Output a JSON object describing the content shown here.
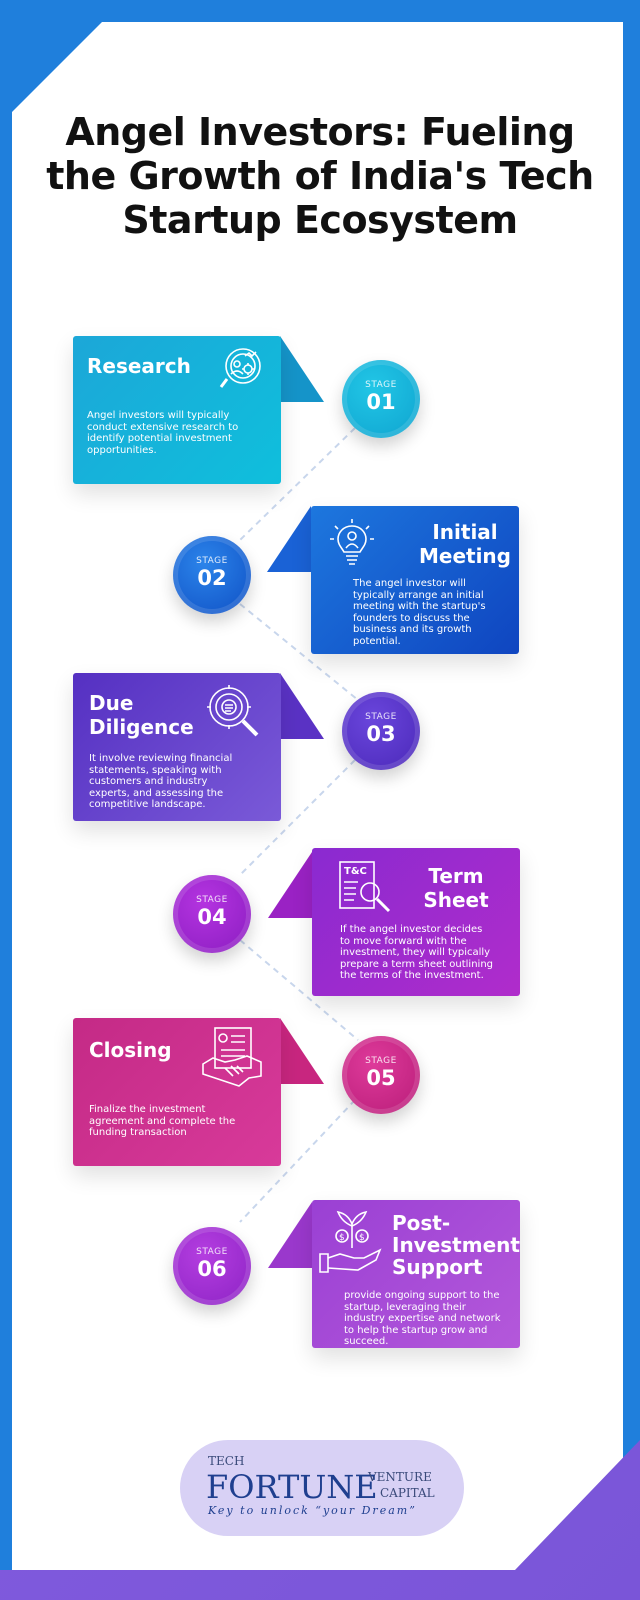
{
  "title": "Angel Investors: Fueling the Growth of India's Tech Startup Ecosystem",
  "colors": {
    "background": "#1f7fdc",
    "accent": "#7b5bdc"
  },
  "stages": [
    {
      "label": "STAGE",
      "number": "01",
      "title": "Research",
      "text": "Angel investors will typically conduct extensive research to identify potential investment opportunities.",
      "icon": "research-analytics-icon",
      "color": "#1aa0d8"
    },
    {
      "label": "STAGE",
      "number": "02",
      "title": "Initial Meeting",
      "text": "The angel investor will typically arrange an initial meeting with the startup's founders to discuss the business and its growth potential.",
      "icon": "idea-person-bulb-icon",
      "color": "#1656c9"
    },
    {
      "label": "STAGE",
      "number": "03",
      "title": "Due Diligence",
      "text": "It involve reviewing financial statements, speaking with customers and industry experts, and assessing the competitive landscape.",
      "icon": "gear-magnifier-icon",
      "color": "#5a3dc6"
    },
    {
      "label": "STAGE",
      "number": "04",
      "title": "Term Sheet",
      "text": "If the angel investor decides to move forward with the investment, they will typically prepare a term sheet outlining the terms of the investment.",
      "icon": "terms-document-icon",
      "icon_text": "T&C",
      "color": "#a12ccb"
    },
    {
      "label": "STAGE",
      "number": "05",
      "title": "Closing",
      "text": "Finalize the investment agreement and complete the funding transaction",
      "icon": "handshake-contract-icon",
      "color": "#cc2f8a"
    },
    {
      "label": "STAGE",
      "number": "06",
      "title": "Post-Investment Support",
      "text": "provide ongoing support to the startup, leveraging their industry expertise and network to help the startup grow and succeed.",
      "icon": "money-plant-hand-icon",
      "color": "#a44ad4"
    }
  ],
  "logo": {
    "tech": "TECH",
    "brand": "FORTUNE",
    "venture": "VENTURE",
    "capital": "CAPITAL",
    "tagline": "Key to unlock “your Dream”"
  }
}
